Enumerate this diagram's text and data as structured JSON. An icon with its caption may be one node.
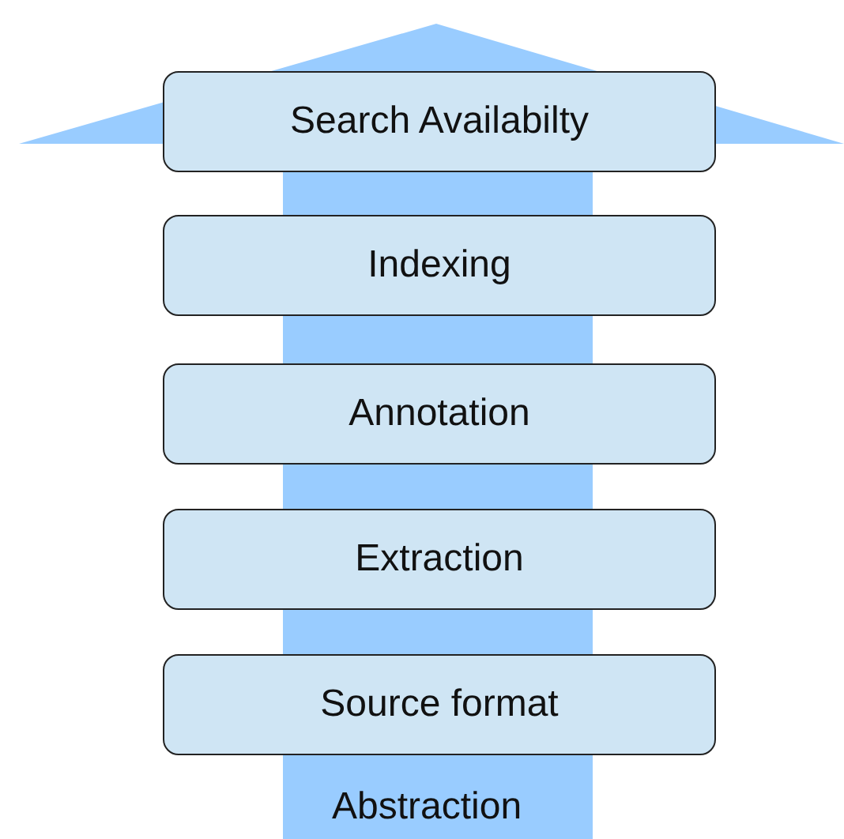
{
  "diagram": {
    "nodes": [
      {
        "text": [
          "Search Availabilty"
        ]
      },
      {
        "text": [
          "Indexing"
        ]
      },
      {
        "text": [
          "Annotation"
        ]
      },
      {
        "text": [
          "Extraction"
        ]
      },
      {
        "text": [
          "Source format"
        ]
      }
    ],
    "labels": [
      "Abstraction"
    ]
  }
}
